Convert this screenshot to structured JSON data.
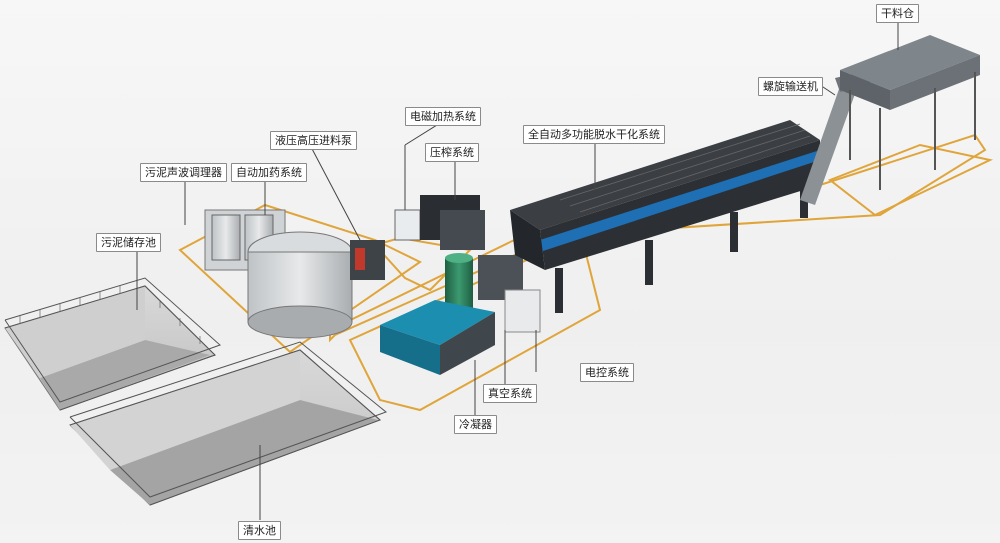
{
  "labels": {
    "dry_bin": "干料仓",
    "screw_conveyor": "螺旋输送机",
    "main_system": "全自动多功能脱水干化系统",
    "em_heating": "电磁加热系统",
    "press": "压榨系统",
    "hydraulic_pump": "液压高压进料泵",
    "sonic_conditioner": "污泥声波调理器",
    "auto_dosing": "自动加药系统",
    "sludge_tank": "污泥储存池",
    "clear_pool": "清水池",
    "electric_control": "电控系统",
    "vacuum": "真空系统",
    "condenser": "冷凝器"
  },
  "colors": {
    "outline": "#e0a53a",
    "machine_dark": "#3b3f44",
    "machine_blue": "#1f6fb5",
    "tank_grey": "#c9c9c9",
    "condenser_teal": "#1c8fb0",
    "tank_green": "#2e7d5c"
  }
}
